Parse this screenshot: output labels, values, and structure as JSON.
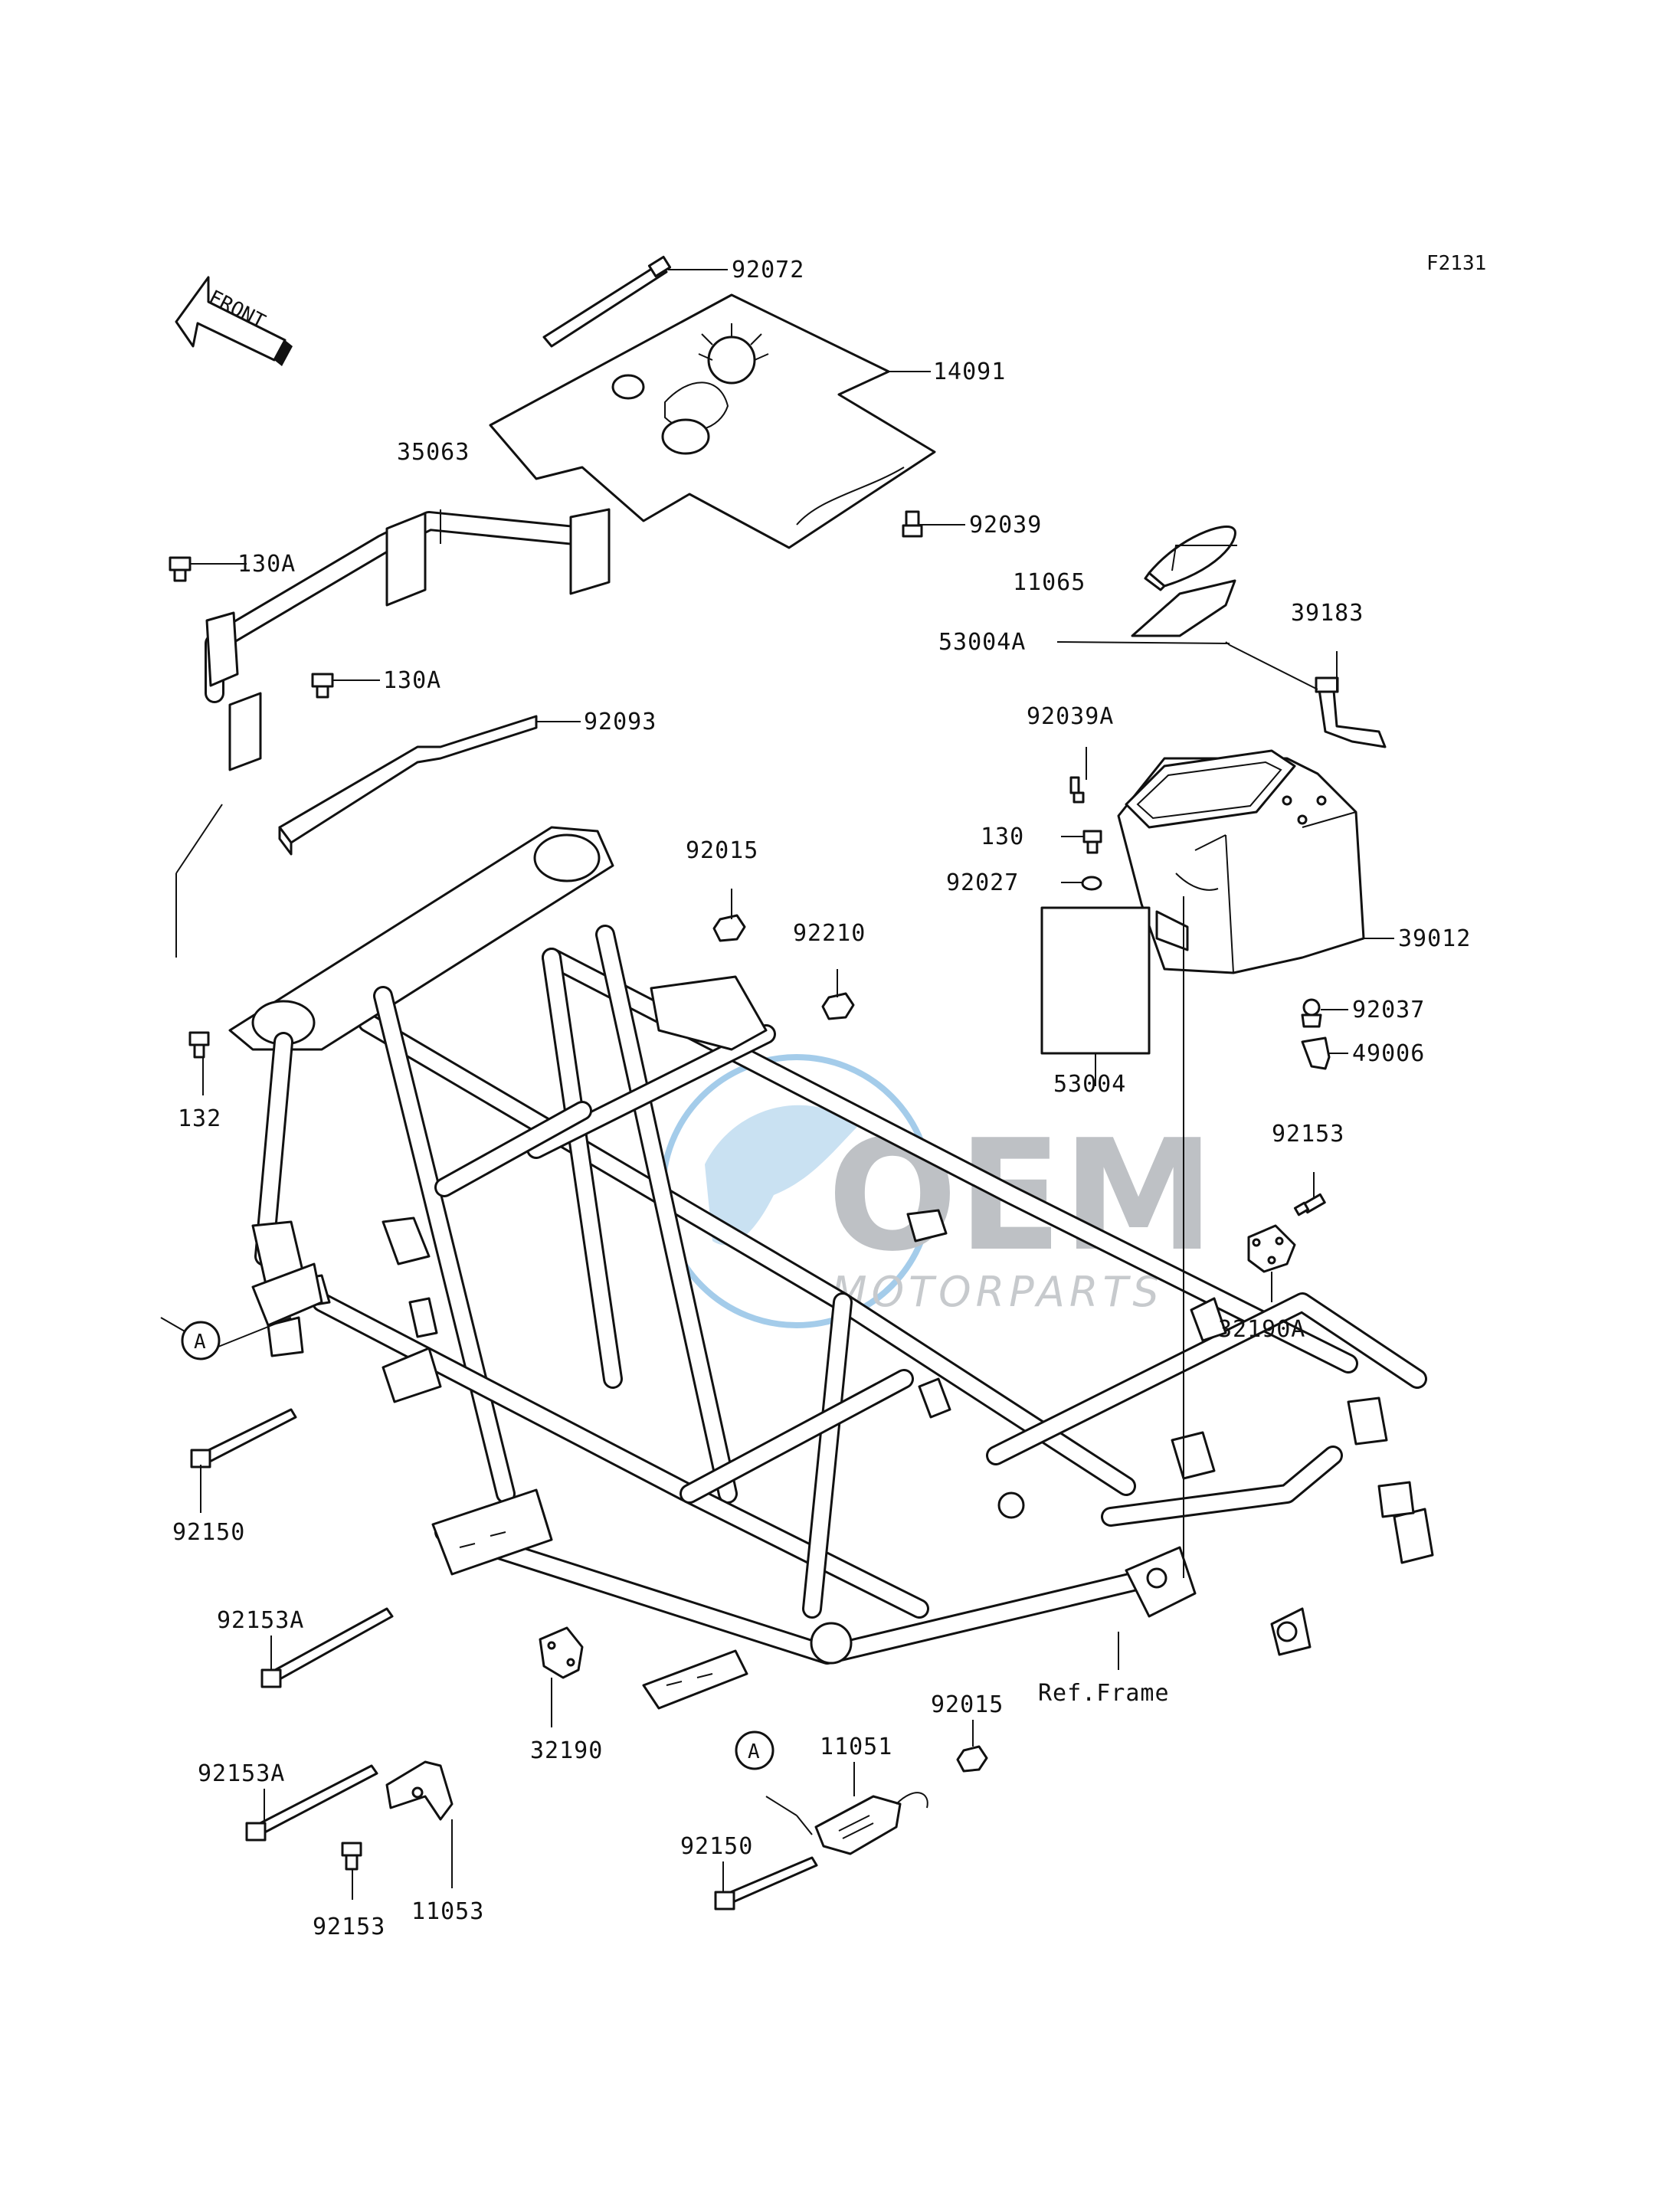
{
  "diagram_code": "F2131",
  "front_arrow_label": "FRONT",
  "watermark": {
    "brand": "OEM",
    "sub": "MOTORPARTS",
    "colors": {
      "globe": "#5aa3d9",
      "text": "#8a8f96"
    }
  },
  "ref_label": "Ref.Frame",
  "callout_letter": "A",
  "parts": [
    {
      "number": "92072"
    },
    {
      "number": "14091"
    },
    {
      "number": "35063"
    },
    {
      "number": "92039"
    },
    {
      "number": "130A"
    },
    {
      "number": "11065"
    },
    {
      "number": "39183"
    },
    {
      "number": "53004A"
    },
    {
      "number": "130A"
    },
    {
      "number": "92093"
    },
    {
      "number": "92039A"
    },
    {
      "number": "92015"
    },
    {
      "number": "130"
    },
    {
      "number": "92210"
    },
    {
      "number": "92027"
    },
    {
      "number": "39012"
    },
    {
      "number": "92037"
    },
    {
      "number": "49006"
    },
    {
      "number": "53004"
    },
    {
      "number": "132"
    },
    {
      "number": "92153"
    },
    {
      "number": "32190A"
    },
    {
      "number": "92150"
    },
    {
      "number": "92153A"
    },
    {
      "number": "92015"
    },
    {
      "number": "11051"
    },
    {
      "number": "92153A"
    },
    {
      "number": "32190"
    },
    {
      "number": "92150"
    },
    {
      "number": "11053"
    },
    {
      "number": "92153"
    }
  ]
}
